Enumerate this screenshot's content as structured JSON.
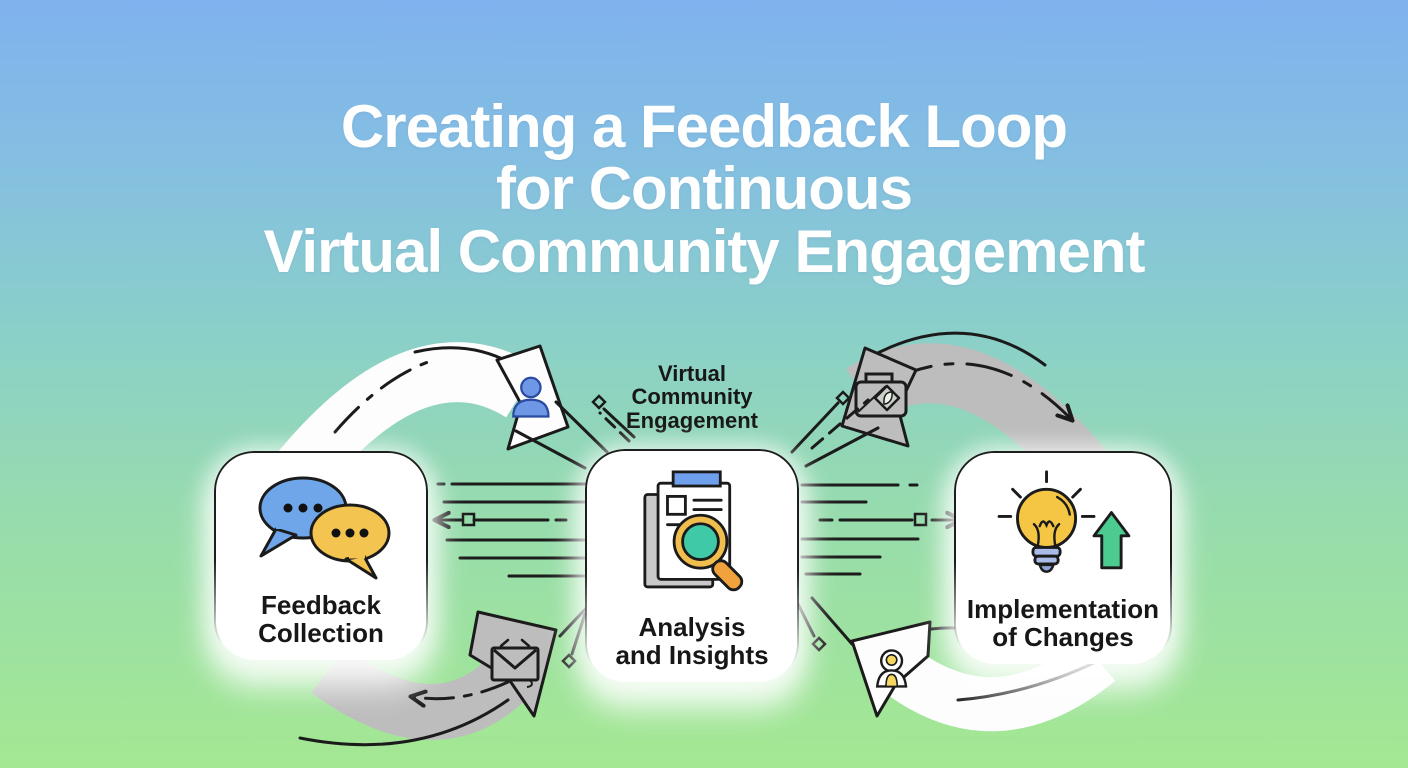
{
  "title": {
    "line1": "Creating a Feedback Loop",
    "line2": "for Continuous",
    "line3": "Virtual Community Engagement"
  },
  "diagram": {
    "center_label": {
      "line1": "Virtual",
      "line2": "Community",
      "line3": "Engagement"
    },
    "boxes": [
      {
        "label_line1": "Feedback",
        "label_line2": "Collection",
        "icon": "chat-bubbles-icon"
      },
      {
        "label_line1": "Analysis",
        "label_line2": "and Insights",
        "icon": "document-magnifier-icon"
      },
      {
        "label_line1": "Implementation",
        "label_line2": "of Changes",
        "icon": "lightbulb-growth-icon"
      }
    ],
    "arrow_icons": [
      "person-icon",
      "camera-refresh-icon",
      "email-icon",
      "member-icon"
    ],
    "colors": {
      "background_top": "#7FB2EE",
      "background_bottom": "#A4E892",
      "title_text": "#FFFFFF",
      "label_text": "#171717",
      "arrow_white": "#FDFDFD",
      "arrow_gray": "#BDBDBD",
      "outline_black": "#1B1B1B",
      "bubble_blue": "#6FA6EA",
      "bubble_yellow": "#F3C44F",
      "doc_header_blue": "#6FA0EE",
      "magnifier_rim": "#F0BE4D",
      "magnifier_teal": "#3FC9A6",
      "handle_orange": "#F0A23C",
      "bulb_yellow": "#F5C644",
      "bulb_base_blue": "#A9BCE8",
      "growth_green": "#4BCB90",
      "person_blue": "#6E97E6",
      "member_yellow": "#F6D761"
    }
  }
}
